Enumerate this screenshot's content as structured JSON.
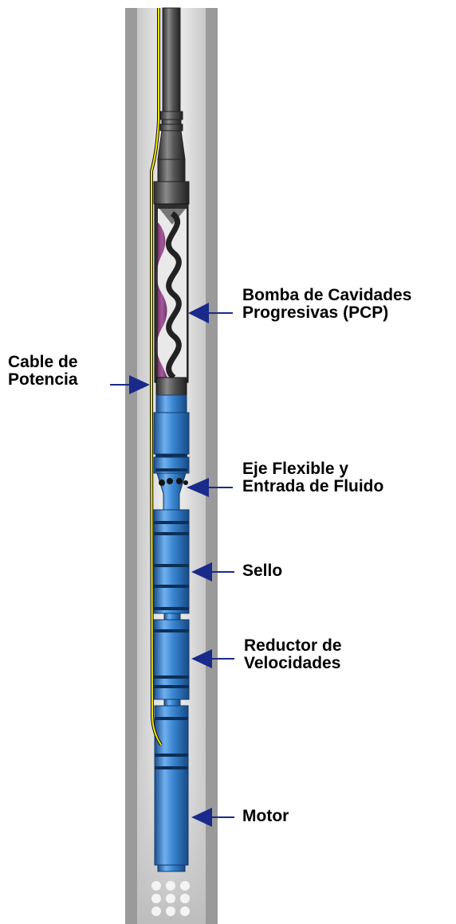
{
  "labels": {
    "pump": [
      "Bomba de Cavidades",
      "Progresivas (PCP)"
    ],
    "cable": [
      "Cable de",
      "Potencia"
    ],
    "intake": [
      "Eje Flexible y",
      "Entrada de Fluido"
    ],
    "seal": [
      "Sello"
    ],
    "gearbox": [
      "Reductor de",
      "Velocidades"
    ],
    "motor": [
      "Motor"
    ]
  },
  "colors": {
    "casing": "#9a9a9a",
    "bore": "#e8e8e8",
    "tubing": "#4a4a4a",
    "pump_body": "#2f2f2f",
    "stator": "#8e4a86",
    "equipment": "#2f78c8",
    "cable": "#f2e600",
    "arrow": "#1a2a8a"
  }
}
